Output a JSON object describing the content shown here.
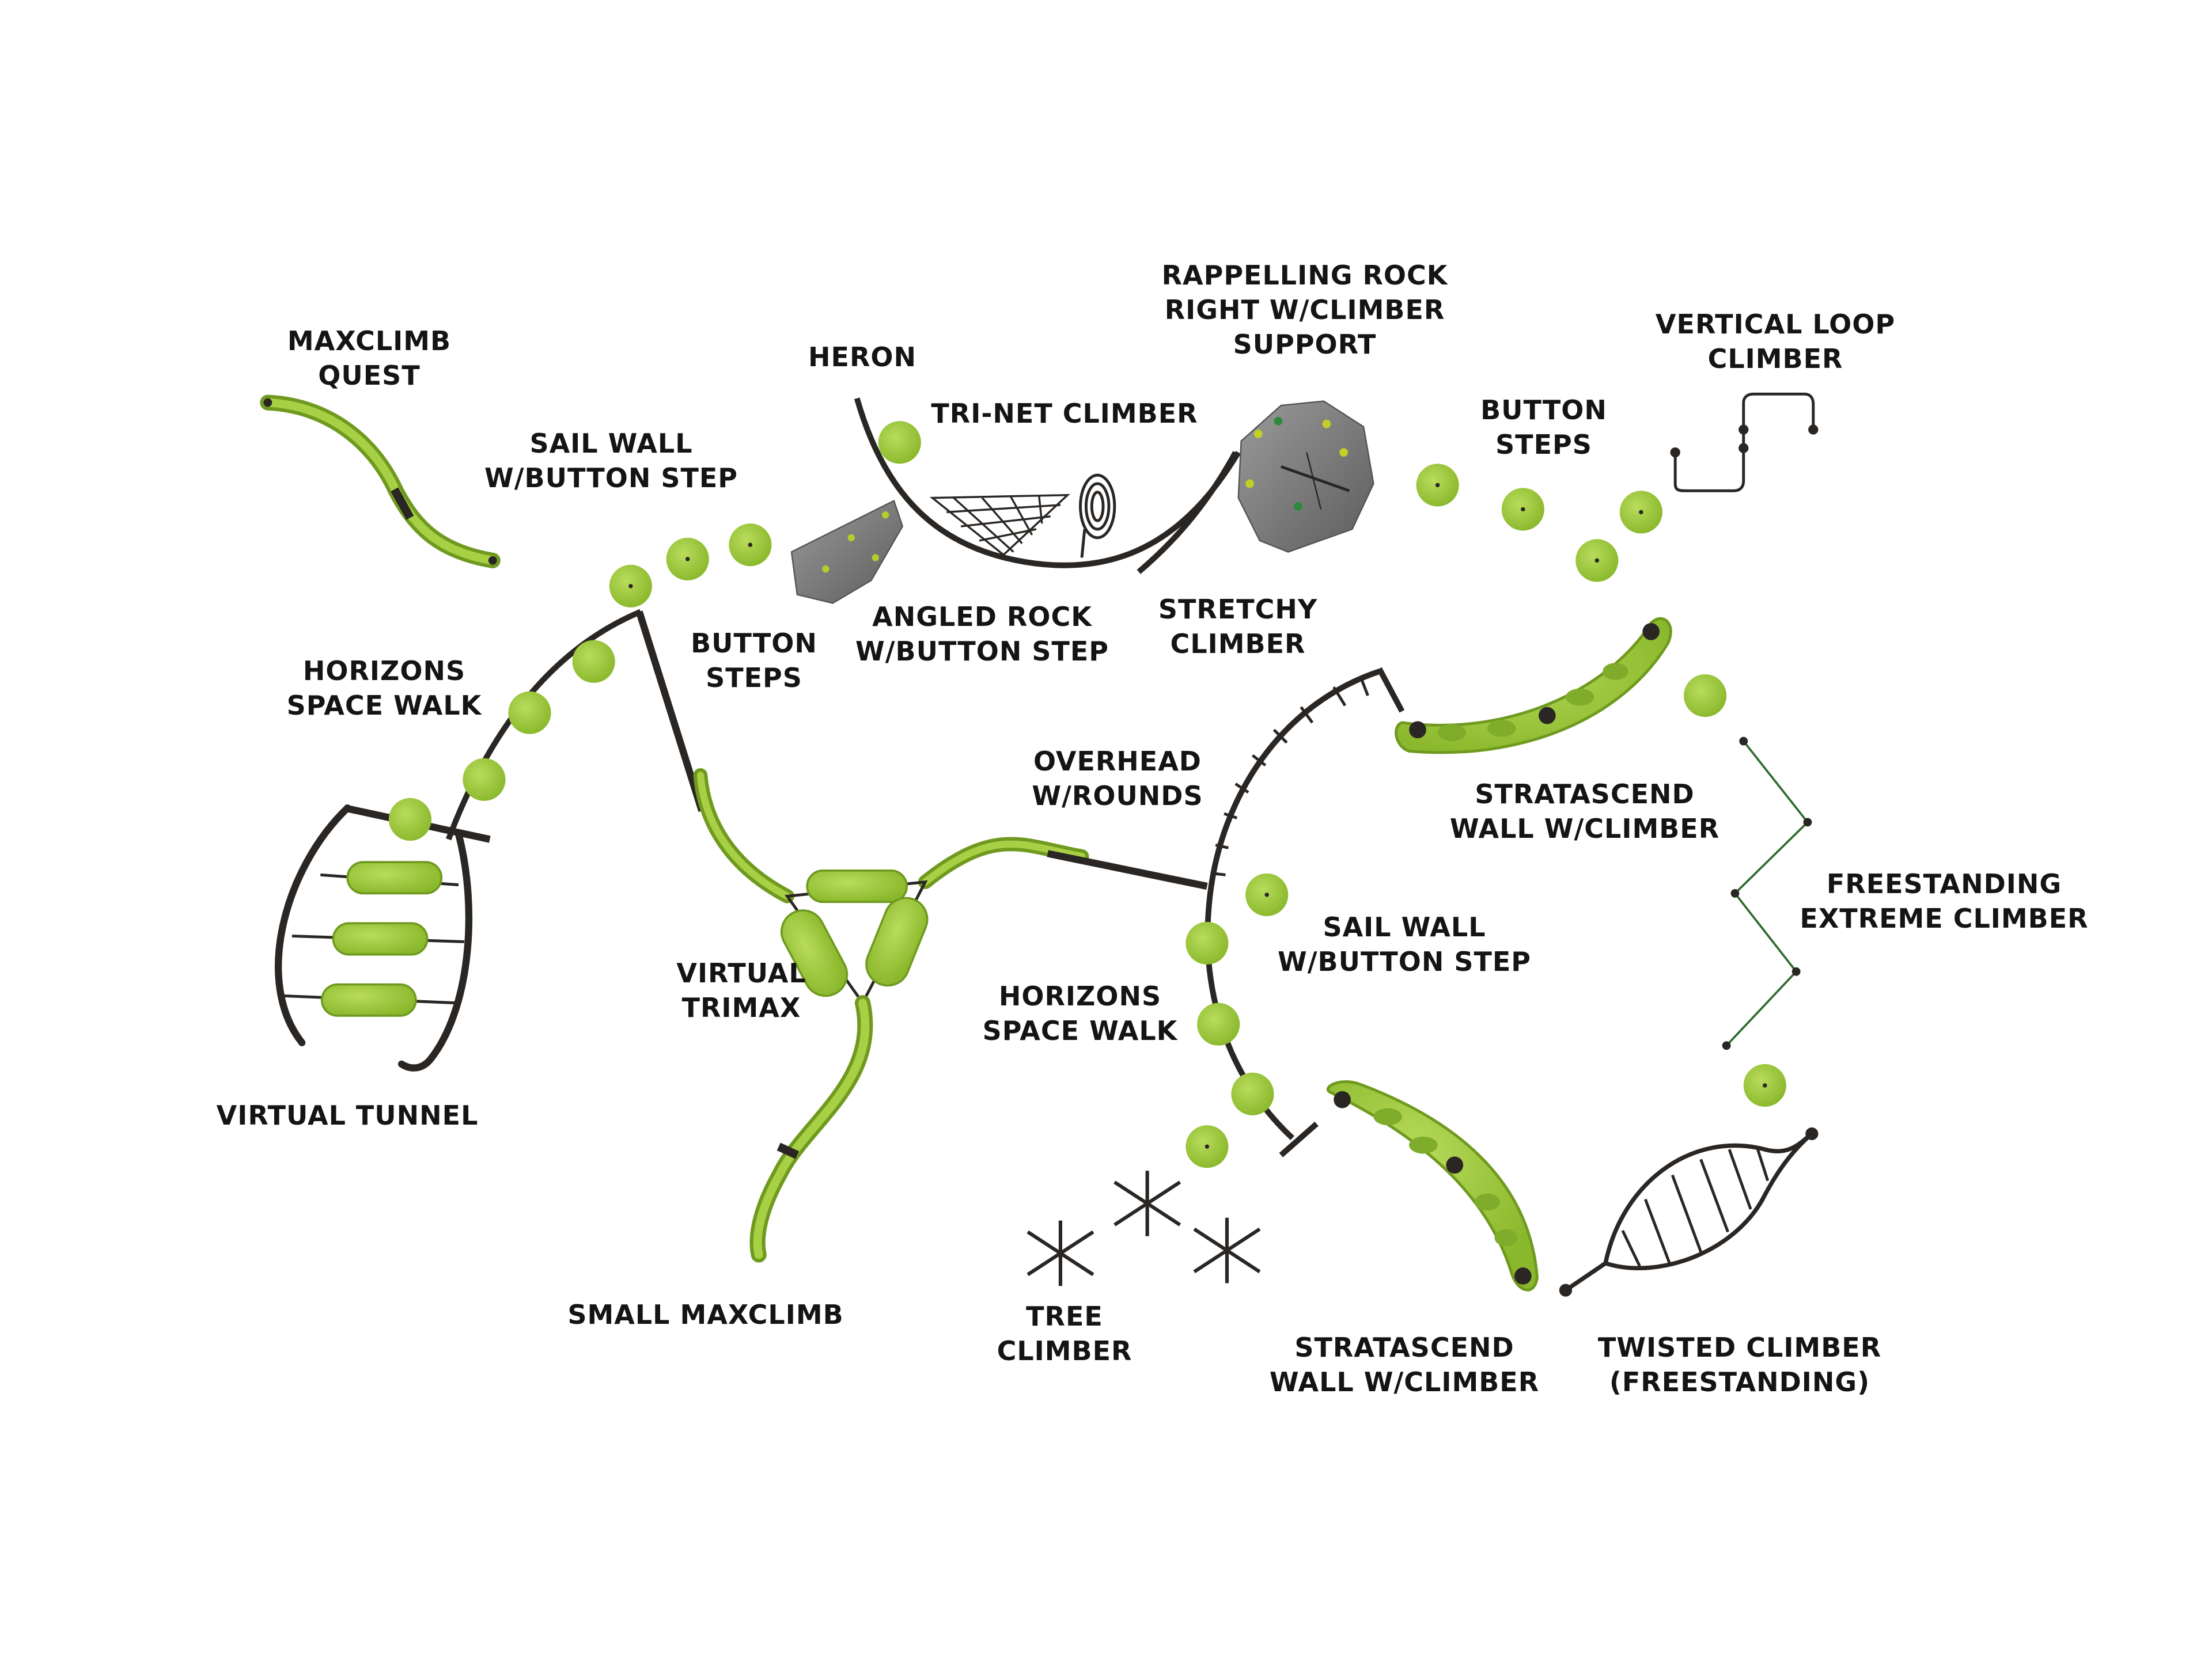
{
  "colors": {
    "background": "#ffffff",
    "label_text": "#141414",
    "metal_frame": "#2a2623",
    "lime_green": "#9dc63a",
    "lime_green_dark": "#6f9a1f",
    "rock_grey": "#7a7a7a"
  },
  "labels": {
    "maxclimb_quest": [
      "MAXCLIMB",
      "QUEST"
    ],
    "sail_wall_top": [
      "SAIL WALL",
      "W/BUTTON STEP"
    ],
    "heron": [
      "HERON"
    ],
    "tri_net_climber": [
      "TRI-NET CLIMBER"
    ],
    "rappelling_rock": [
      "RAPPELLING ROCK",
      "RIGHT W/CLIMBER",
      "SUPPORT"
    ],
    "vertical_loop_climber": [
      "VERTICAL LOOP",
      "CLIMBER"
    ],
    "button_steps_right": [
      "BUTTON",
      "STEPS"
    ],
    "horizons_space_walk_left": [
      "HORIZONS",
      "SPACE WALK"
    ],
    "button_steps_center": [
      "BUTTON",
      "STEPS"
    ],
    "angled_rock": [
      "ANGLED ROCK",
      "W/BUTTON STEP"
    ],
    "stretchy_climber": [
      "STRETCHY",
      "CLIMBER"
    ],
    "overhead_rounds": [
      "OVERHEAD",
      "W/ROUNDS"
    ],
    "stratascend_top": [
      "STRATASCEND",
      "WALL W/CLIMBER"
    ],
    "freestanding_extreme": [
      "FREESTANDING",
      "EXTREME CLIMBER"
    ],
    "sail_wall_right": [
      "SAIL WALL",
      "W/BUTTON STEP"
    ],
    "virtual_trimax": [
      "VIRTUAL",
      "TRIMAX"
    ],
    "horizons_space_walk_center": [
      "HORIZONS",
      "SPACE WALK"
    ],
    "virtual_tunnel": [
      "VIRTUAL TUNNEL"
    ],
    "small_maxclimb": [
      "SMALL MAXCLIMB"
    ],
    "tree_climber": [
      "TREE",
      "CLIMBER"
    ],
    "stratascend_bottom": [
      "STRATASCEND",
      "WALL W/CLIMBER"
    ],
    "twisted_climber": [
      "TWISTED CLIMBER",
      "(FREESTANDING)"
    ]
  }
}
